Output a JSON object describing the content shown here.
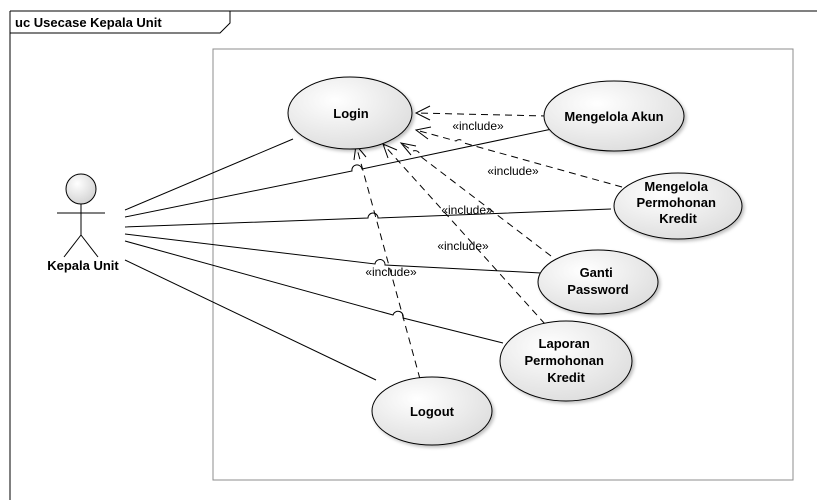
{
  "diagram": {
    "frame_title": "uc Usecase Kepala Unit",
    "actor": {
      "label": "Kepala Unit"
    },
    "use_cases": {
      "login": [
        "Login"
      ],
      "mengelola_akun": [
        "Mengelola Akun"
      ],
      "mengelola_permohonan": [
        "Mengelola",
        "Permohonan",
        "Kredit"
      ],
      "ganti_password": [
        "Ganti",
        "Password"
      ],
      "laporan_permohonan": [
        "Laporan",
        "Permohonan",
        "Kredit"
      ],
      "logout": [
        "Logout"
      ]
    },
    "include_labels": {
      "akun": "«include»",
      "permohonan": "«include»",
      "ganti": "«include»",
      "laporan": "«include»",
      "logout": "«include»"
    }
  }
}
